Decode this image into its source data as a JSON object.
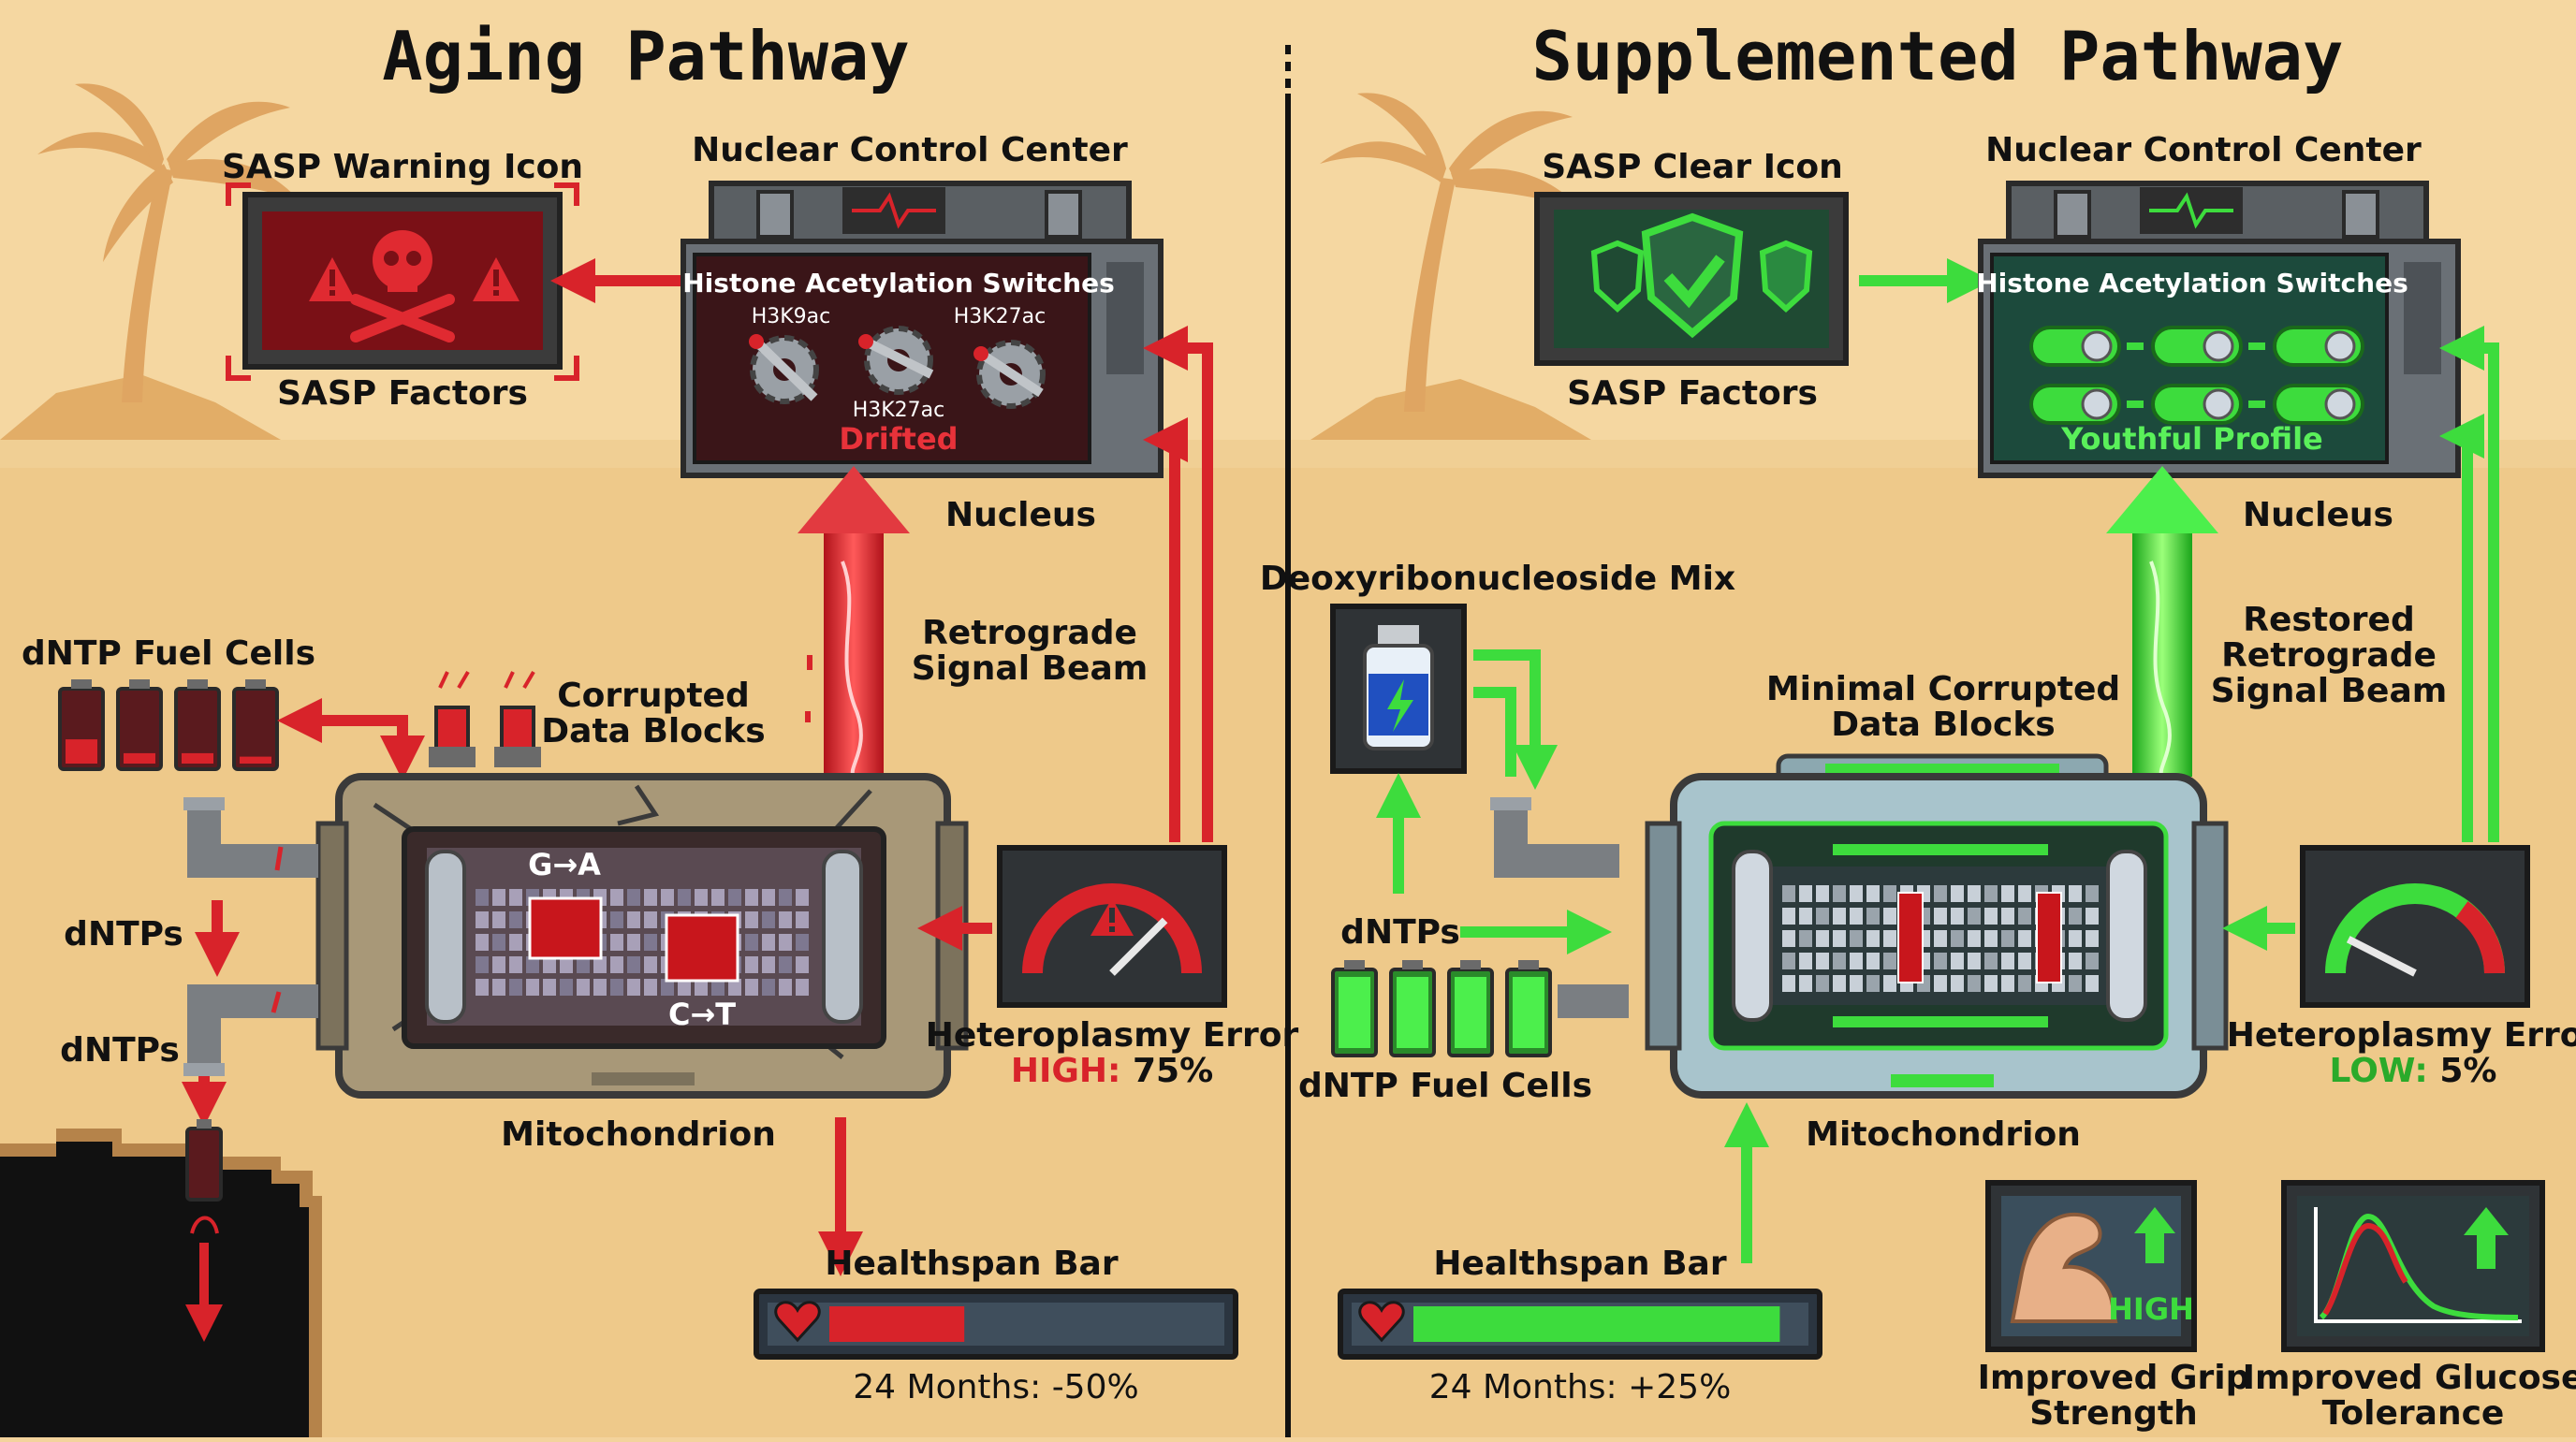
{
  "colors": {
    "sand_light": "#f3d39c",
    "sand_mid": "#eec98a",
    "panel_dark": "#3a3d3f",
    "aging_red": "#d8232a",
    "supp_green": "#3ddc3d",
    "text_dark": "#1a1a1a"
  },
  "aging": {
    "title": "Aging Pathway",
    "sasp_icon_label": "SASP Warning Icon",
    "sasp_factors": "SASP Factors",
    "nucleus_center": "Nuclear Control Center",
    "histone_title": "Histone Acetylation Switches",
    "mark_h3k9ac": "H3K9ac",
    "mark_h3k27ac_top": "H3K27ac",
    "mark_h3k27ac_bottom": "H3K27ac",
    "status": "Drifted",
    "nucleus": "Nucleus",
    "retro_line1": "Retrograde",
    "retro_line2": "Signal Beam",
    "dntp_cells": "dNTP Fuel Cells",
    "corrupted_line1": "Corrupted",
    "corrupted_line2": "Data Blocks",
    "mutation_ga": "G→A",
    "mutation_ct": "C→T",
    "dntps_1": "dNTPs",
    "dntps_2": "dNTPs",
    "mitochondrion": "Mitochondrion",
    "heteroplasmy": "Heteroplasmy Error",
    "hetero_level": "HIGH:",
    "hetero_value": "75%",
    "healthspan": "Healthspan Bar",
    "healthspan_result": "24 Months: -50%",
    "healthspan_fill": 0.35,
    "gauge_fraction": 0.75
  },
  "supplemented": {
    "title": "Supplemented Pathway",
    "sasp_icon_label": "SASP Clear Icon",
    "sasp_factors": "SASP Factors",
    "nucleus_center": "Nuclear Control Center",
    "histone_title": "Histone Acetylation Switches",
    "status": "Youthful Profile",
    "nucleus": "Nucleus",
    "retro_line1": "Restored",
    "retro_line2": "Retrograde",
    "retro_line3": "Signal Beam",
    "deoxy_mix": "Deoxyribonucleoside Mix",
    "minimal_line1": "Minimal Corrupted",
    "minimal_line2": "Data Blocks",
    "dntps": "dNTPs",
    "dntp_cells": "dNTP Fuel Cells",
    "mitochondrion": "Mitochondrion",
    "heteroplasmy": "Heteroplasmy Error",
    "hetero_level": "LOW:",
    "hetero_value": "5%",
    "healthspan": "Healthspan Bar",
    "healthspan_result": "24 Months: +25%",
    "healthspan_fill": 0.95,
    "gauge_fraction": 0.15,
    "grip_badge": "HIGH",
    "grip_line1": "Improved Grip",
    "grip_line2": "Strength",
    "glucose_line1": "Improved Glucose",
    "glucose_line2": "Tolerance"
  }
}
